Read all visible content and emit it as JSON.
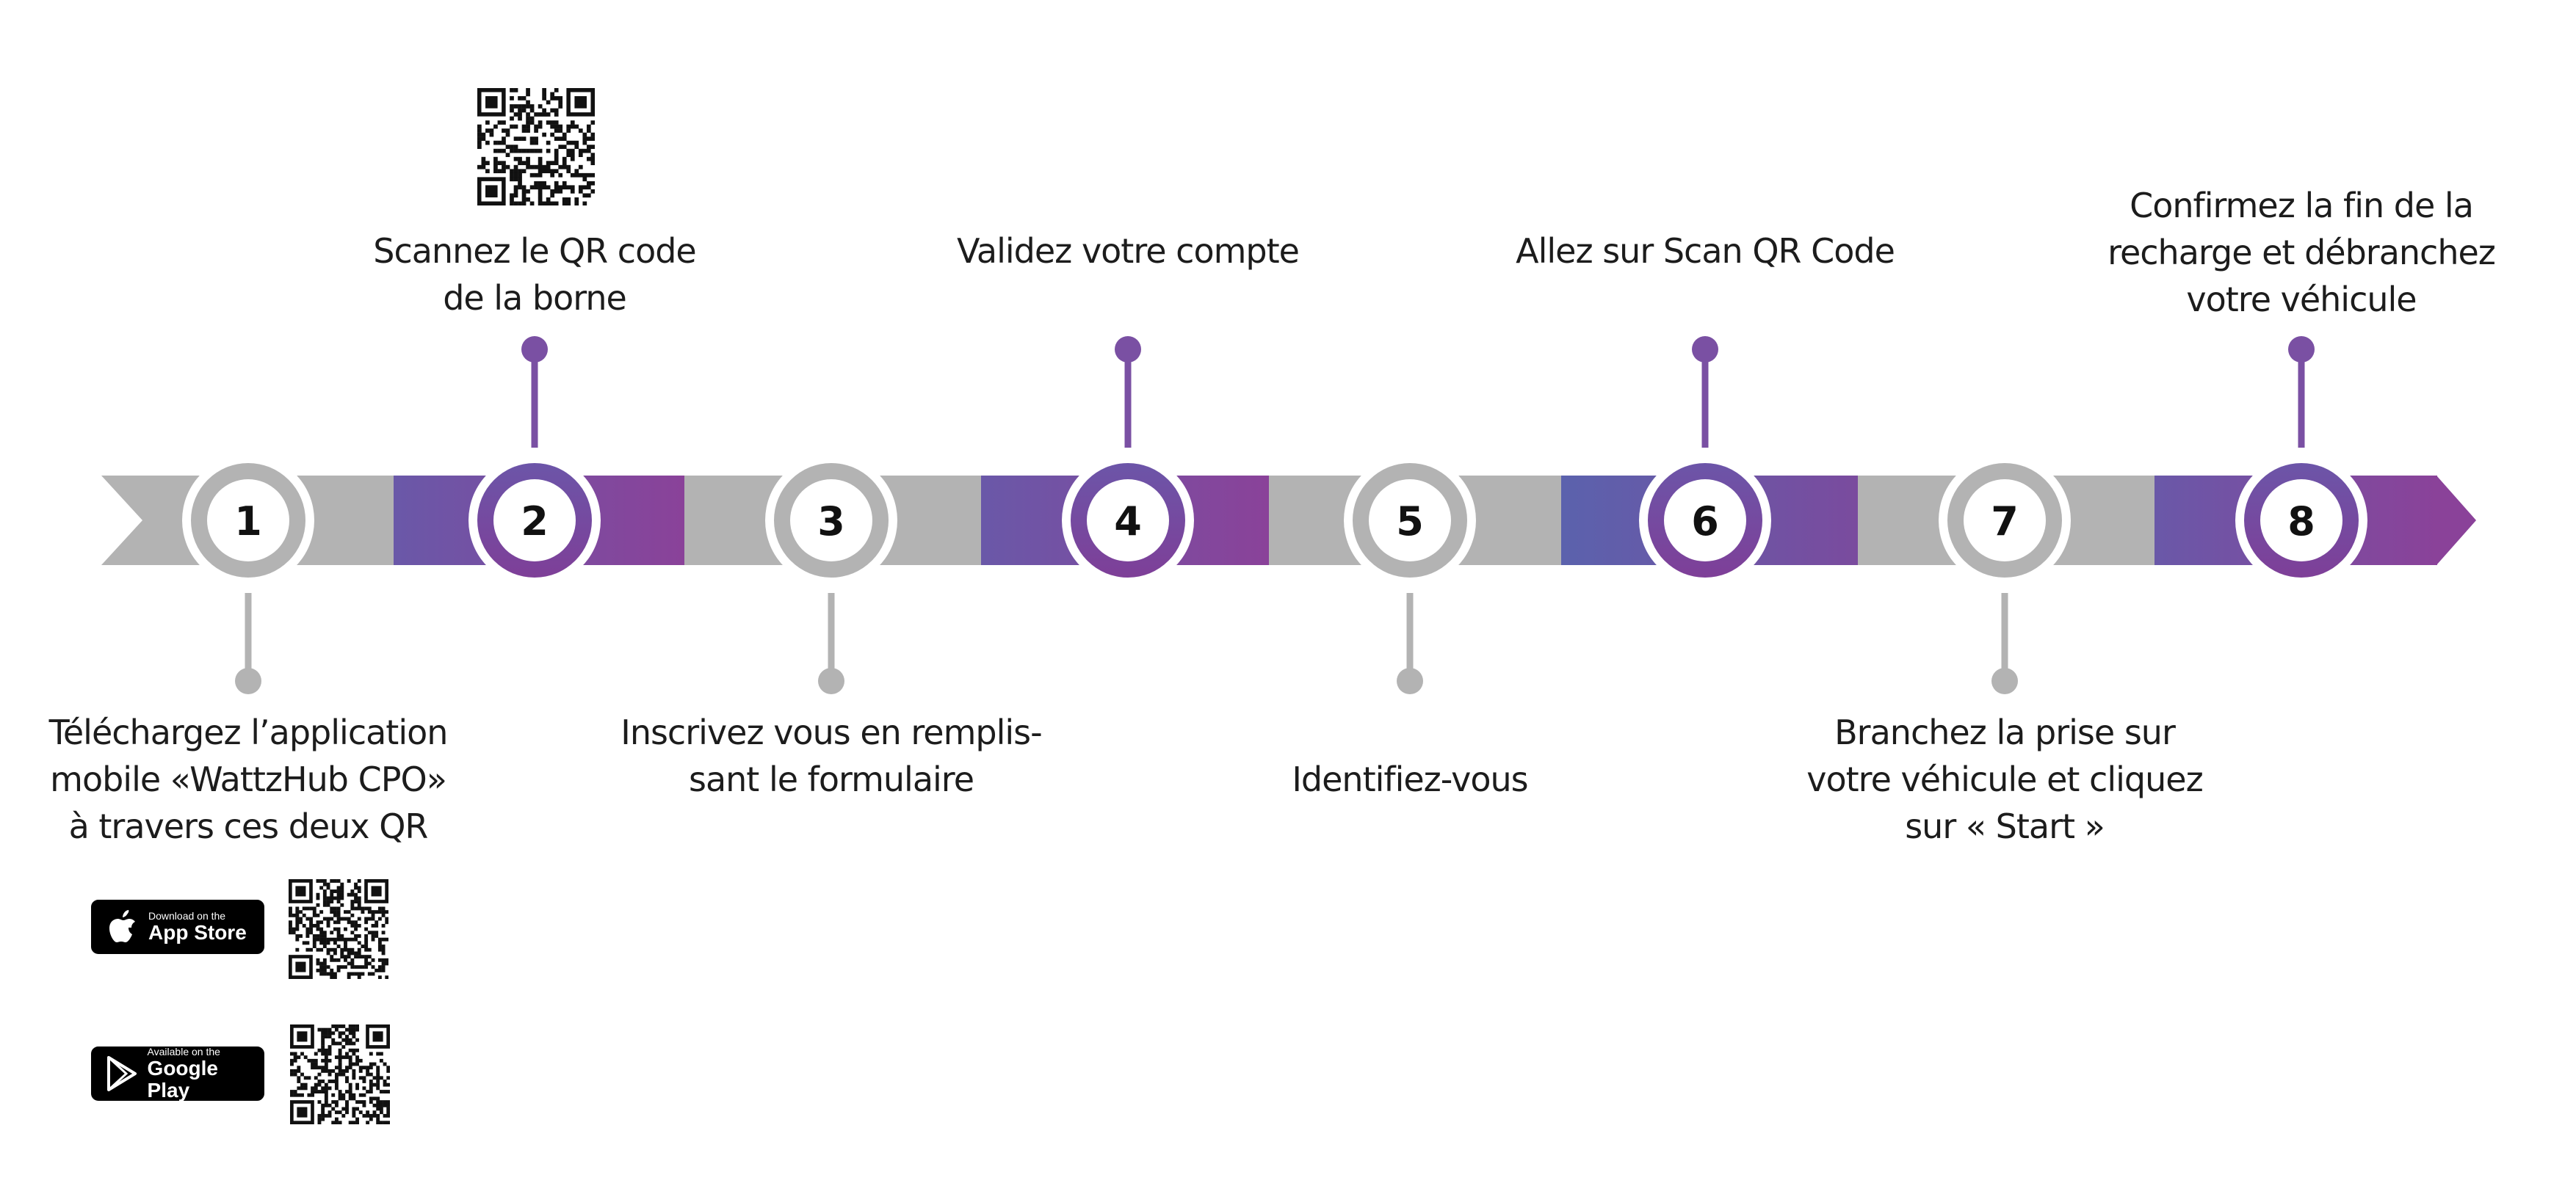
{
  "colors": {
    "gray": "#b3b3b3",
    "purple_light": "#7f5ba6",
    "purple_dark": "#7a3f99",
    "blue_purple": "#5b5fad",
    "text": "#1c1c1c"
  },
  "steps": [
    {
      "number": "1",
      "label": "Téléchargez l’application\nmobile «WattzHub CPO»\nà travers ces deux QR",
      "style": "gray",
      "side": "below"
    },
    {
      "number": "2",
      "label": "Scannez le QR code\nde la borne",
      "style": "purple",
      "side": "above"
    },
    {
      "number": "3",
      "label": "Inscrivez vous en remplis-\nsant le formulaire",
      "style": "gray",
      "side": "below"
    },
    {
      "number": "4",
      "label": "Validez votre compte",
      "style": "purple",
      "side": "above"
    },
    {
      "number": "5",
      "label": "Identifiez-vous",
      "style": "gray",
      "side": "below"
    },
    {
      "number": "6",
      "label": "Allez sur Scan QR Code",
      "style": "purple",
      "side": "above"
    },
    {
      "number": "7",
      "label": "Branchez la prise sur\nvotre véhicule et cliquez\nsur « Start »",
      "style": "gray",
      "side": "below"
    },
    {
      "number": "8",
      "label": "Confirmez la fin de la\nrecharge et débranchez\nvotre véhicule",
      "style": "purple",
      "side": "above"
    }
  ],
  "badges": {
    "app_store": {
      "small": "Download on the",
      "big": "App Store",
      "icon": "apple-icon"
    },
    "google_play": {
      "small": "Available on the",
      "big": "Google Play",
      "icon": "play-icon"
    }
  },
  "qr_codes": [
    "borne-qr-code",
    "app-store-qr-code",
    "google-play-qr-code"
  ]
}
